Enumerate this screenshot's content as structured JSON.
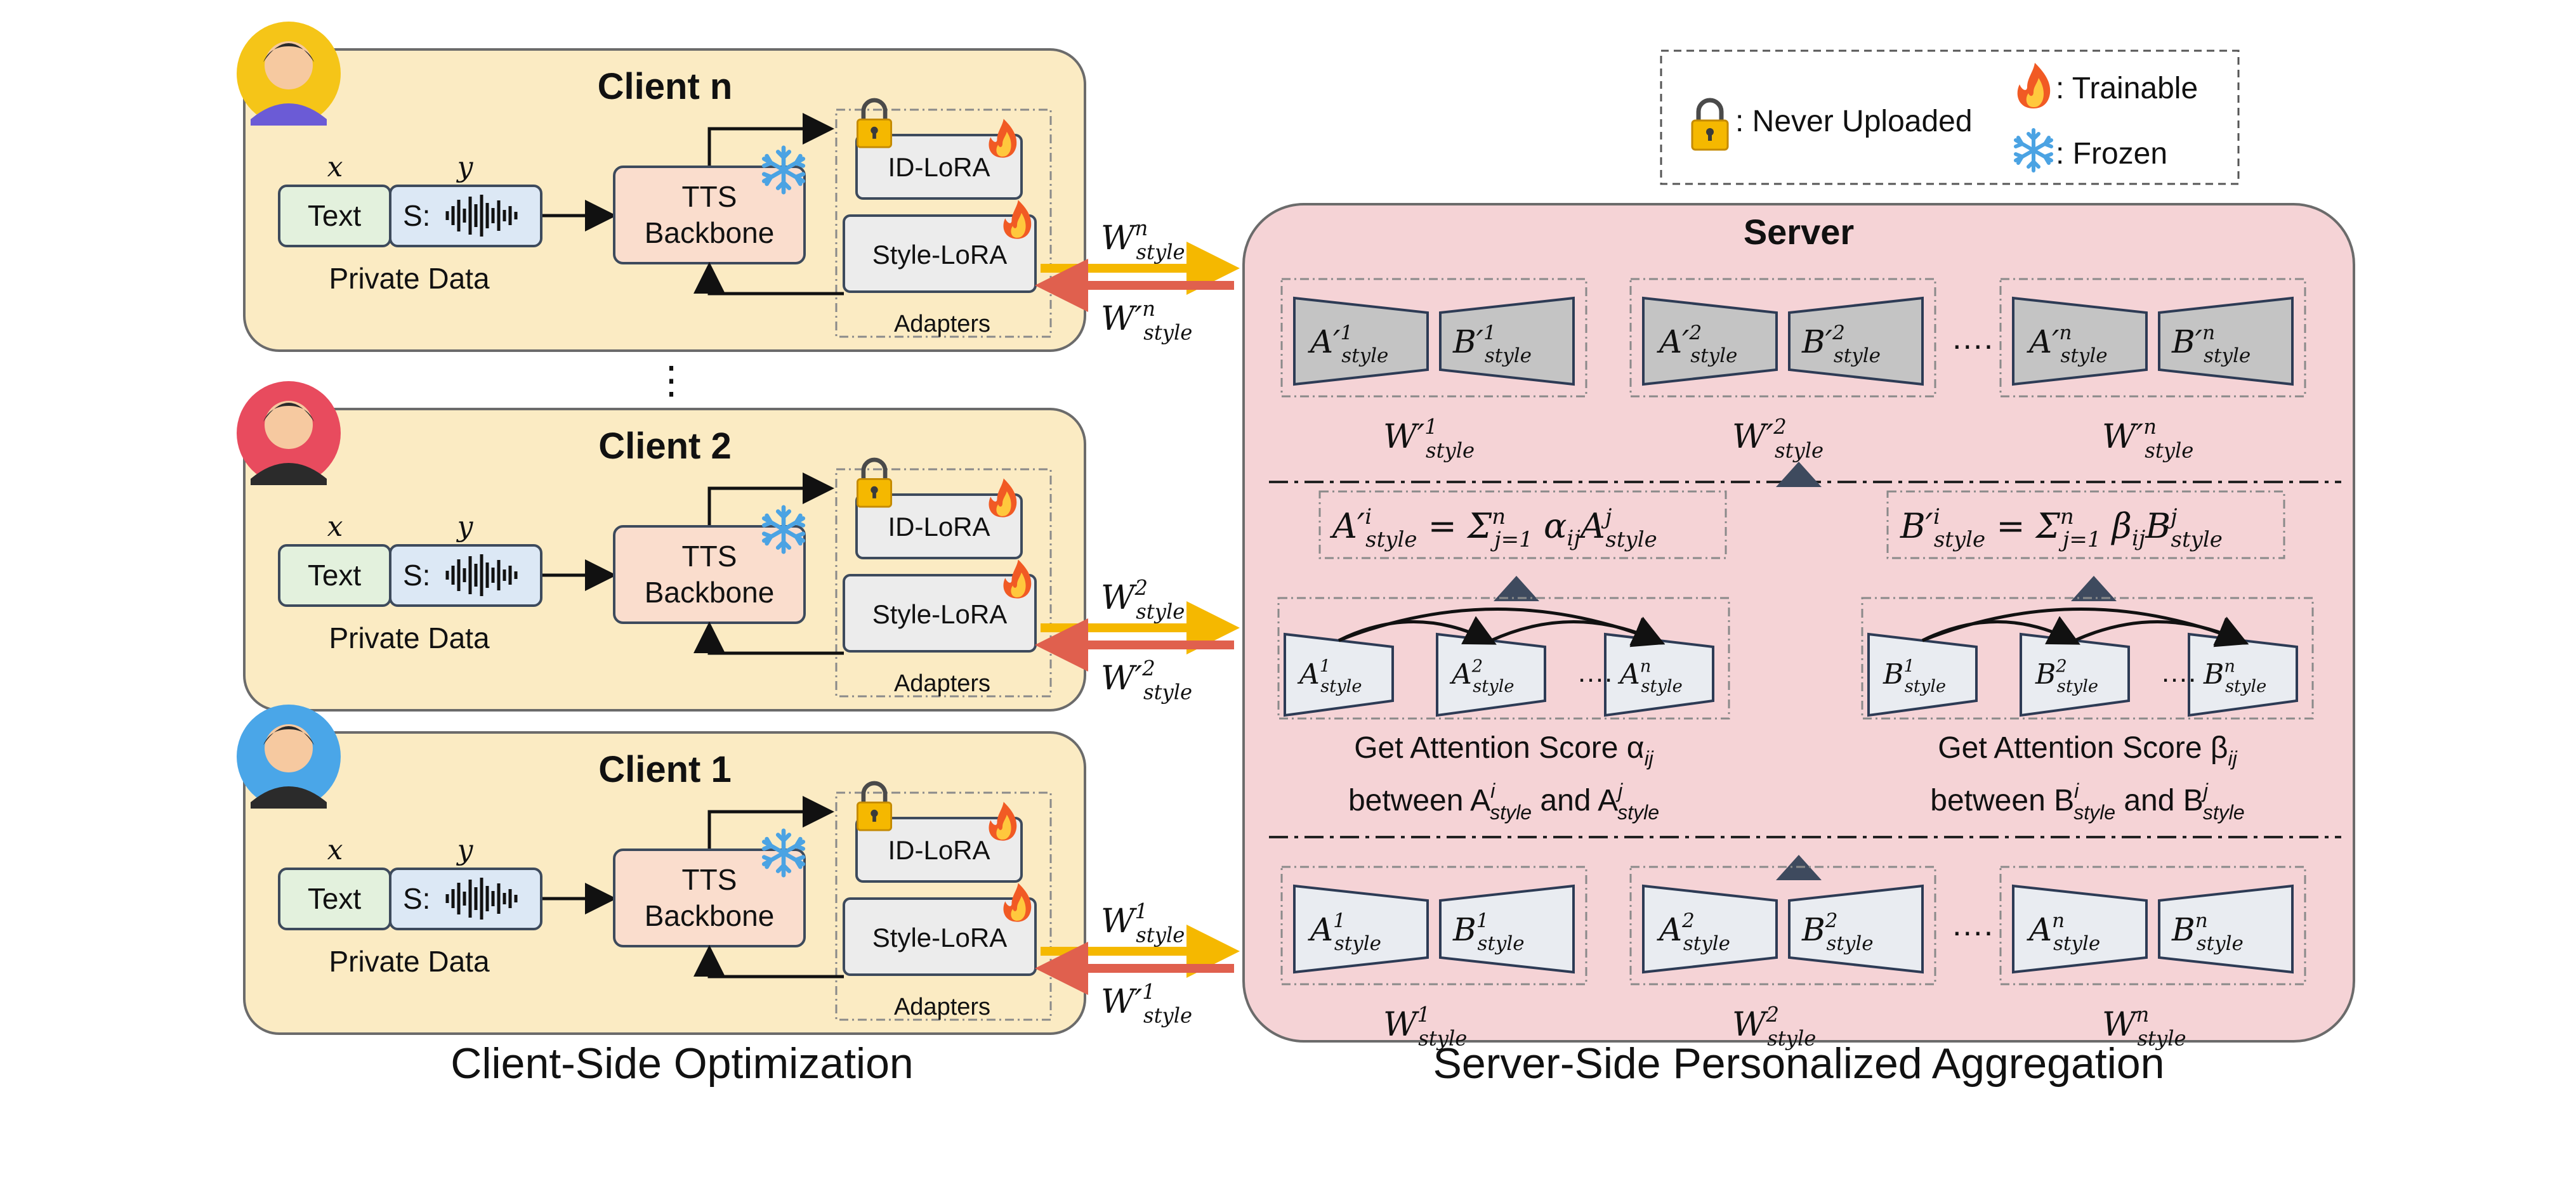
{
  "clients": [
    {
      "id": "n",
      "title": "Client n",
      "upload_label": "W",
      "upload_sup": "n",
      "upload_sub": "style",
      "download_label": "W′",
      "download_sup": "n",
      "download_sub": "style"
    },
    {
      "id": "2",
      "title": "Client 2",
      "upload_label": "W",
      "upload_sup": "2",
      "upload_sub": "style",
      "download_label": "W′",
      "download_sup": "2",
      "download_sub": "style"
    },
    {
      "id": "1",
      "title": "Client 1",
      "upload_label": "W",
      "upload_sup": "1",
      "upload_sub": "style",
      "download_label": "W′",
      "download_sup": "1",
      "download_sub": "style"
    }
  ],
  "client_common": {
    "x_label": "x",
    "y_label": "y",
    "text_box": "Text",
    "audio_box": "S:",
    "private_data": "Private Data",
    "tts_line1": "TTS",
    "tts_line2": "Backbone",
    "id_lora": "ID-LoRA",
    "style_lora": "Style-LoRA",
    "adapters": "Adapters"
  },
  "ellipsis_vertical": "⋮",
  "legend": {
    "never_uploaded": ": Never Uploaded",
    "trainable": ": Trainable",
    "frozen": ": Frozen"
  },
  "server": {
    "title": "Server",
    "ellipsis": "….",
    "top_row": [
      {
        "a": "A′",
        "a_sup": "1",
        "b": "B′",
        "b_sup": "1",
        "w": "W′",
        "w_sup": "1"
      },
      {
        "a": "A′",
        "a_sup": "2",
        "b": "B′",
        "b_sup": "2",
        "w": "W′",
        "w_sup": "2"
      },
      {
        "a": "A′",
        "a_sup": "n",
        "b": "B′",
        "b_sup": "n",
        "w": "W′",
        "w_sup": "n"
      }
    ],
    "bottom_row": [
      {
        "a": "A",
        "a_sup": "1",
        "b": "B",
        "b_sup": "1",
        "w": "W",
        "w_sup": "1"
      },
      {
        "a": "A",
        "a_sup": "2",
        "b": "B",
        "b_sup": "2",
        "w": "W",
        "w_sup": "2"
      },
      {
        "a": "A",
        "a_sup": "n",
        "b": "B",
        "b_sup": "n",
        "w": "W",
        "w_sup": "n"
      }
    ],
    "sub_style": "style",
    "formula_a": "A′ᵢstyle = Σⁿj=1 αij Aʲstyle",
    "formula_b": "B′ᵢstyle = Σⁿj=1 βij Bʲstyle",
    "attn_a_line1": "Get Attention Score α",
    "attn_a_sub": "ij",
    "attn_a_line2": "between A",
    "attn_b_line1": "Get Attention Score β",
    "attn_b_sub": "ij",
    "attn_b_line2": "between B",
    "and_word": "and"
  },
  "captions": {
    "left": "Client-Side Optimization",
    "right": "Server-Side Personalized Aggregation"
  },
  "colors": {
    "client_fill": "#FBEBC3",
    "server_fill": "#F5D3D6",
    "upload_arrow": "#F5B800",
    "download_arrow": "#E0604E",
    "trap_dark": "#C4C4C4",
    "trap_light": "#E9ECF1",
    "triangle": "#3E4A5E"
  },
  "icons": {
    "lock": "lock-icon",
    "fire": "fire-icon",
    "snowflake": "snowflake-icon",
    "avatar": "avatar-icon"
  }
}
